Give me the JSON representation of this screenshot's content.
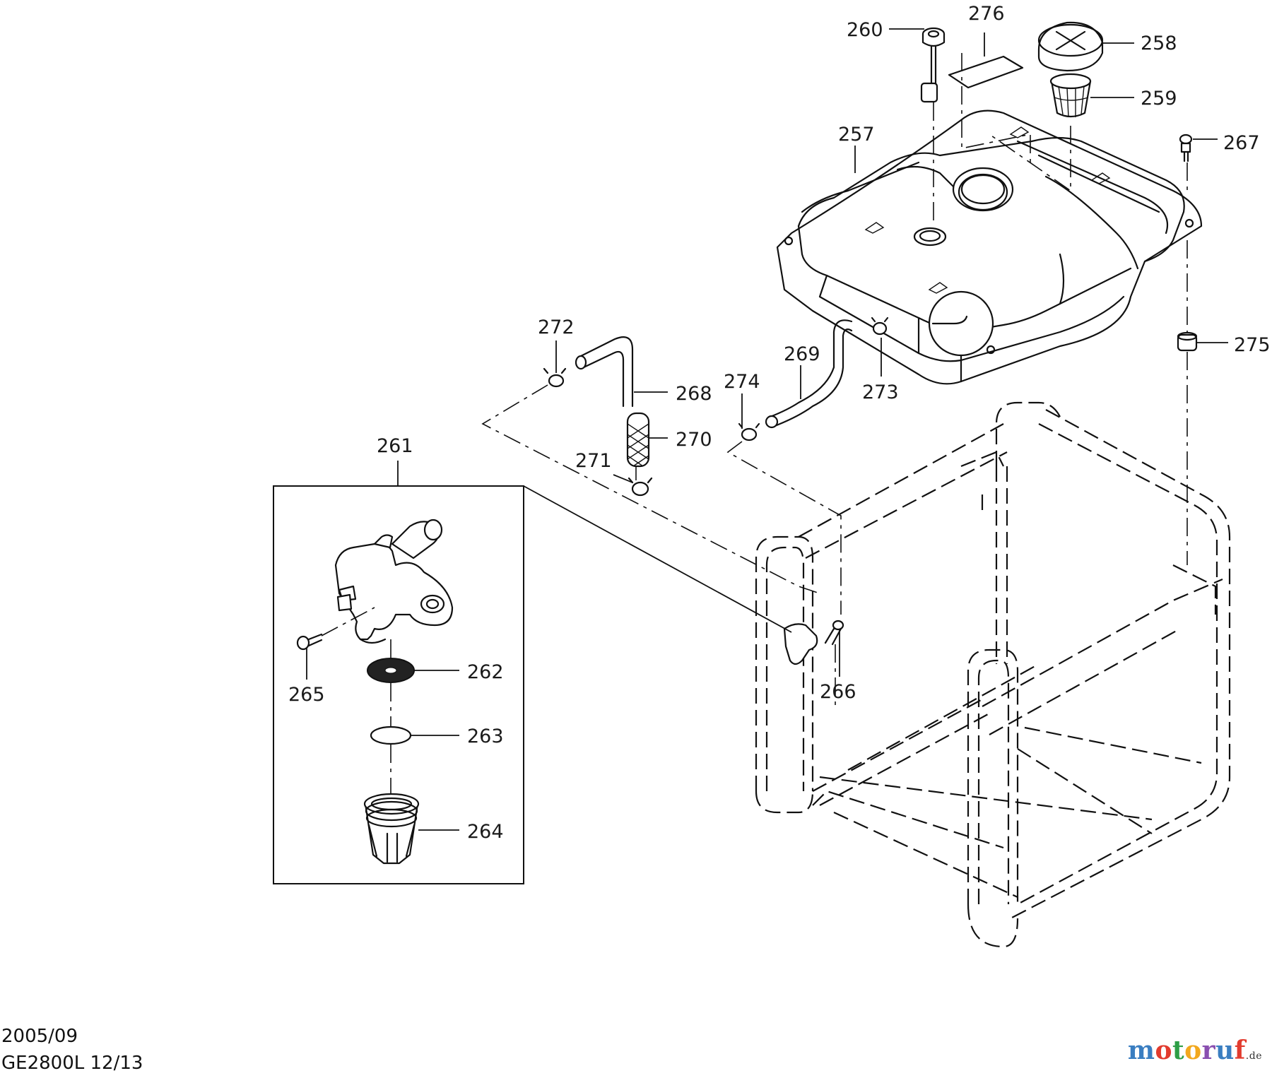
{
  "footer": {
    "date": "2005/09",
    "model_page": "GE2800L 12/13"
  },
  "logo": {
    "name": "motoruf",
    "tld": ".de",
    "colors": [
      "#3a7ec1",
      "#e23b2e",
      "#2e9e46",
      "#f2a81d",
      "#8a4fb0",
      "#3a7ec1",
      "#e23b2e"
    ]
  },
  "part_numbers": {
    "p257": "257",
    "p258": "258",
    "p259": "259",
    "p260": "260",
    "p261": "261",
    "p262": "262",
    "p263": "263",
    "p264": "264",
    "p265": "265",
    "p266": "266",
    "p267": "267",
    "p268": "268",
    "p269": "269",
    "p270": "270",
    "p271": "271",
    "p272": "272",
    "p273": "273",
    "p274": "274",
    "p275": "275",
    "p276": "276"
  }
}
